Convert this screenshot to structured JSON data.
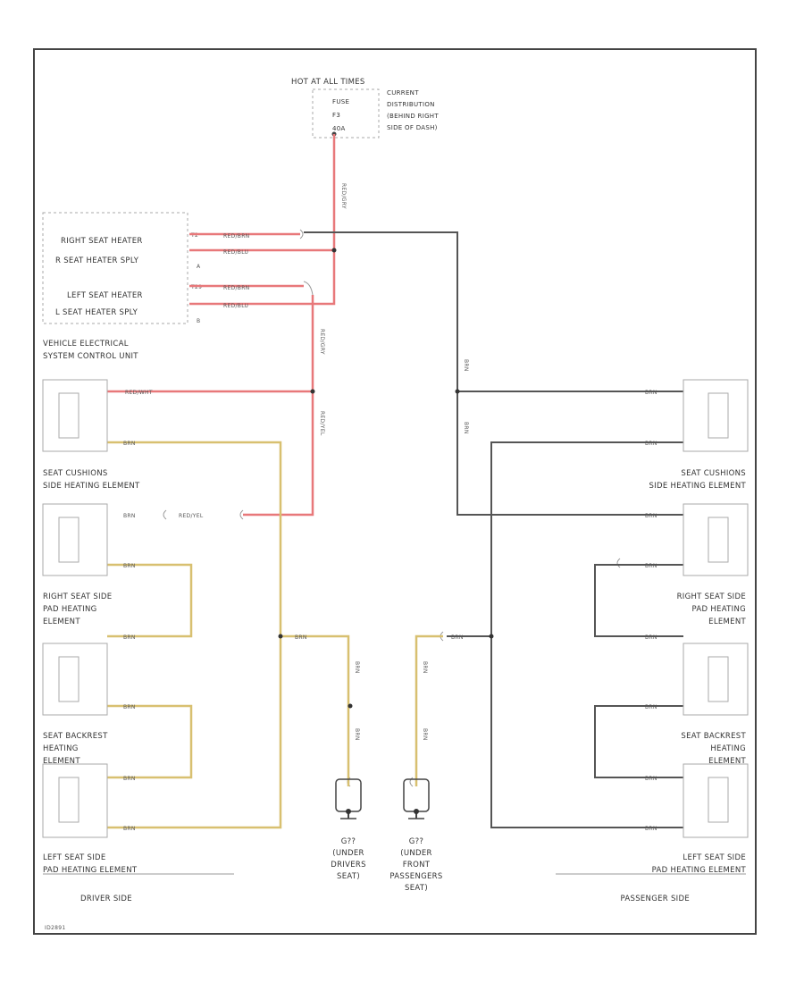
{
  "fuse_box": {
    "title": "HOT AT ALL TIMES",
    "fuse_lines": [
      "FUSE",
      "F3",
      "40A"
    ],
    "location_lines": [
      "CURRENT",
      "DISTRIBUTION",
      "(BEHIND RIGHT",
      "SIDE OF DASH)"
    ],
    "wire_vertical": "RED/GRY"
  },
  "control_unit": {
    "pins": [
      {
        "label": "RIGHT SEAT HEATER",
        "pin": "T2"
      },
      {
        "label": "R SEAT HEATER SPLY",
        "pin": "A"
      },
      {
        "label": "LEFT SEAT HEATER",
        "pin": "T29"
      },
      {
        "label": "L SEAT HEATER SPLY",
        "pin": "B"
      }
    ],
    "caption_lines": [
      "VEHICLE ELECTRICAL",
      "SYSTEM CONTROL UNIT"
    ],
    "wires": [
      "RED/BRN",
      "RED/BLU",
      "RED/BRN",
      "RED/BLU"
    ]
  },
  "wires": {
    "red_gry_drop": "RED/GRY",
    "red_wht": "RED/WHT",
    "red_yel": "RED/YEL",
    "brn": "BRN",
    "red_yel_inline": "RED/YEL"
  },
  "driver": {
    "captions": {
      "cushion": [
        "SEAT CUSHIONS",
        "SIDE HEATING ELEMENT"
      ],
      "right_side": [
        "RIGHT SEAT SIDE",
        "PAD HEATING",
        "ELEMENT"
      ],
      "backrest": [
        "SEAT BACKREST",
        "HEATING",
        "ELEMENT"
      ],
      "left_side": [
        "LEFT SEAT SIDE",
        "PAD HEATING ELEMENT"
      ]
    },
    "side_label": "DRIVER SIDE"
  },
  "passenger": {
    "captions": {
      "cushion": [
        "SEAT CUSHIONS",
        "SIDE HEATING ELEMENT"
      ],
      "right_side": [
        "RIGHT SEAT SIDE",
        "PAD HEATING",
        "ELEMENT"
      ],
      "backrest": [
        "SEAT BACKREST",
        "HEATING",
        "ELEMENT"
      ],
      "left_side": [
        "LEFT SEAT SIDE",
        "PAD HEATING ELEMENT"
      ]
    },
    "side_label": "PASSENGER SIDE"
  },
  "grounds": {
    "driver": [
      "G??",
      "(UNDER",
      "DRIVERS",
      "SEAT)"
    ],
    "passenger": [
      "G??",
      "(UNDER",
      "FRONT",
      "PASSENGERS",
      "SEAT)"
    ]
  },
  "figure_id": "ID2891",
  "colors": {
    "red": "#e8787a",
    "yellow": "#d8c070",
    "dark": "#555555",
    "frame": "#444444",
    "box": "#aaaaaa"
  }
}
